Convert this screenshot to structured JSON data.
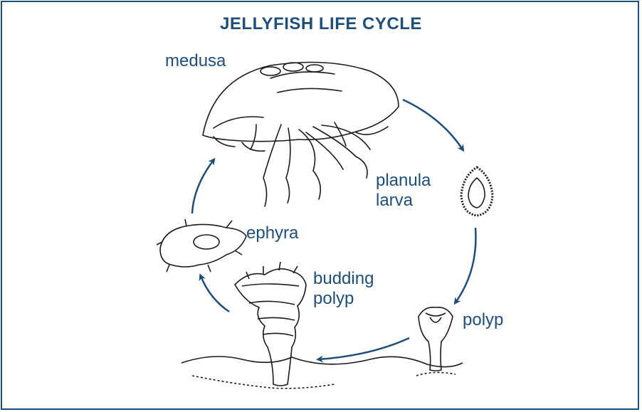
{
  "title": "JELLYFISH LIFE CYCLE",
  "stages": {
    "medusa": "medusa",
    "planula_line1": "planula",
    "planula_line2": "larva",
    "polyp": "polyp",
    "budding_line1": "budding",
    "budding_line2": "polyp",
    "ephyra": "ephyra"
  },
  "colors": {
    "ink": "#1f4e79",
    "line": "#1a1a1a",
    "background": "#ffffff"
  }
}
